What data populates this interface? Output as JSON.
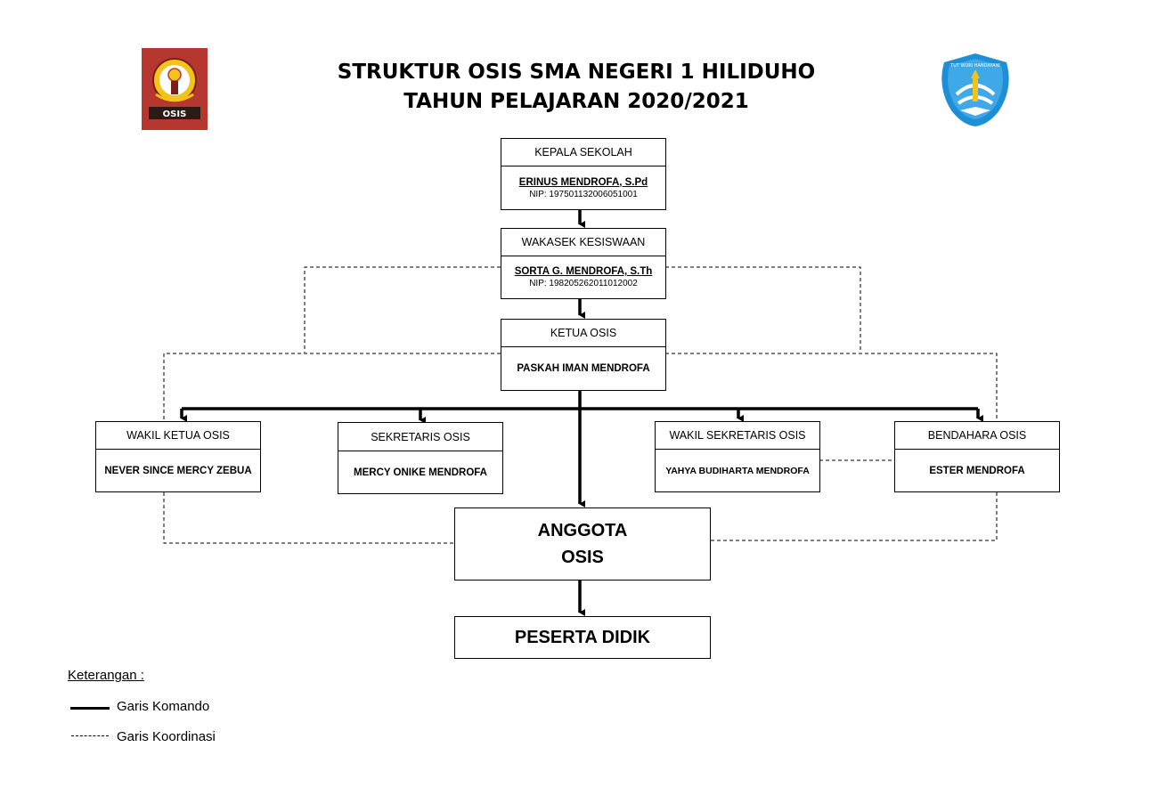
{
  "header": {
    "title_line1": "STRUKTUR OSIS SMA NEGERI 1 HILIDUHO",
    "title_line2": "TAHUN PELAJARAN 2020/2021",
    "logo_left_text": "OSIS",
    "logo_right_text": "TUT WURI HANDAYANI"
  },
  "nodes": {
    "kepala": {
      "role": "KEPALA SEKOLAH",
      "name": "ERINUS MENDROFA, S.Pd",
      "nip": "NIP: 197501132006051001"
    },
    "wakasek": {
      "role": "WAKASEK KESISWAAN",
      "name": "SORTA G. MENDROFA, S.Th",
      "nip": "NIP: 198205262011012002"
    },
    "ketua": {
      "role": "KETUA OSIS",
      "name": "PASKAH IMAN MENDROFA"
    },
    "wakil_ketua": {
      "role": "WAKIL KETUA OSIS",
      "name": "NEVER SINCE MERCY ZEBUA"
    },
    "sekretaris": {
      "role": "SEKRETARIS OSIS",
      "name": "MERCY ONIKE MENDROFA"
    },
    "wakil_sekretaris": {
      "role": "WAKIL SEKRETARIS OSIS",
      "name": "YAHYA BUDIHARTA MENDROFA"
    },
    "bendahara": {
      "role": "BENDAHARA OSIS",
      "name": "ESTER MENDROFA"
    },
    "anggota": {
      "line1": "ANGGOTA",
      "line2": "OSIS"
    },
    "peserta": {
      "label": "PESERTA DIDIK"
    }
  },
  "legend": {
    "title": "Keterangan :",
    "komando": "Garis Komando",
    "koordinasi": "Garis Koordinasi"
  },
  "colors": {
    "osis_logo_bg": "#b5372f",
    "tutwuri_logo_bg": "#1e8fd6",
    "line": "#000000"
  }
}
